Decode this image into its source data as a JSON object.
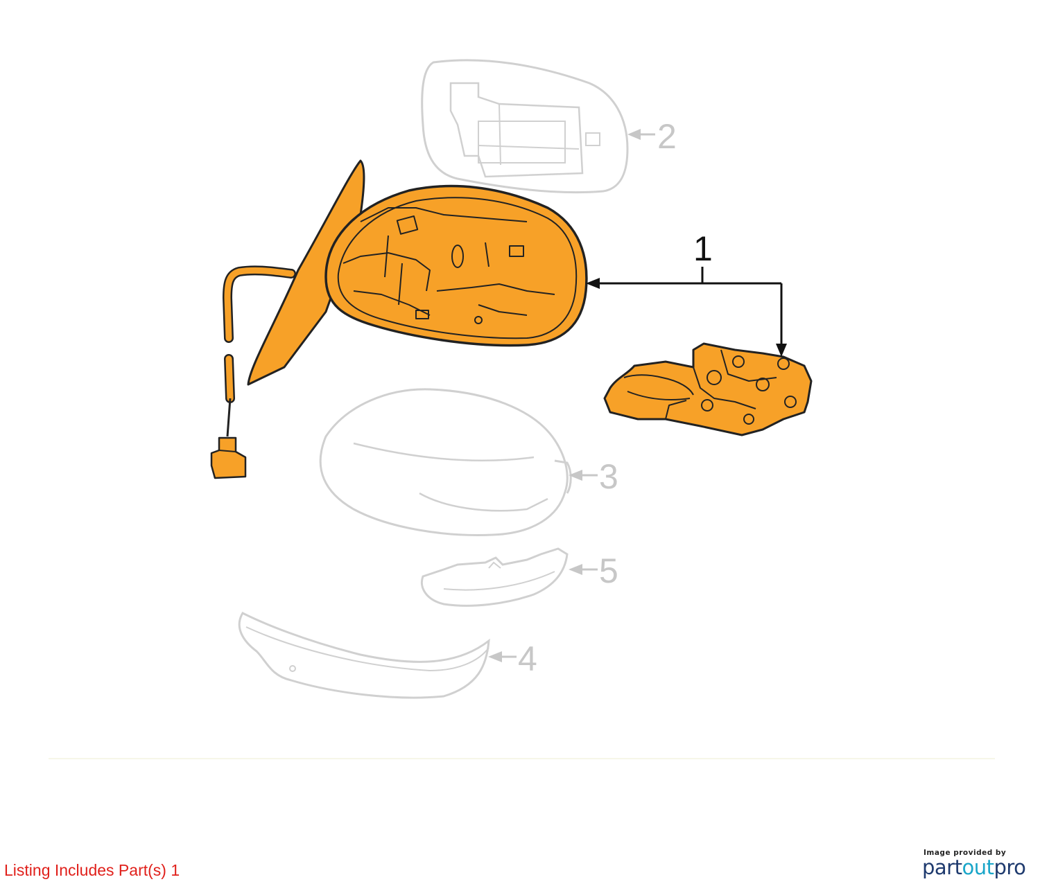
{
  "diagram": {
    "callouts": {
      "c1": "1",
      "c2": "2",
      "c3": "3",
      "c4": "4",
      "c5": "5"
    },
    "highlight_color": "#f7a128",
    "outline_color": "#222222",
    "ghost_color": "#d0d0d0"
  },
  "listing": {
    "text": "Listing Includes Part(s)",
    "part": "1"
  },
  "credit": {
    "caption": "Image provided by",
    "logo_part1": "part",
    "logo_part2": "out",
    "logo_part3": "pro"
  }
}
